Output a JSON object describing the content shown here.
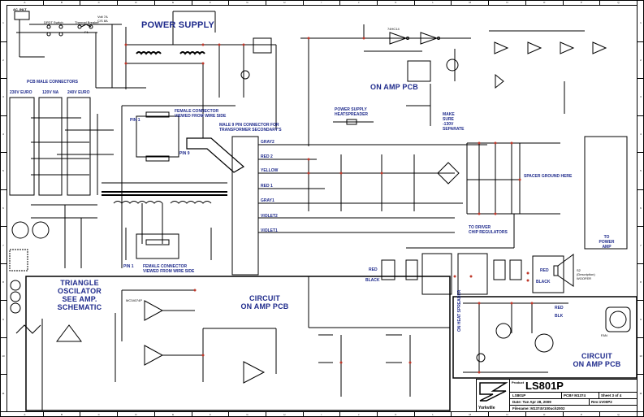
{
  "document": {
    "type": "schematic",
    "border": {
      "columns": [
        "A",
        "B",
        "C",
        "D",
        "E",
        "F",
        "G",
        "H",
        "I",
        "J",
        "K",
        "L",
        "M",
        "N",
        "O",
        "P",
        "Q"
      ],
      "rows": [
        "1",
        "2",
        "3",
        "4",
        "5",
        "6",
        "7",
        "8",
        "9",
        "10",
        "11"
      ]
    },
    "sections": {
      "power_supply": "POWER SUPPLY",
      "pcb_male_connectors": "PCB MALE CONNECTORS",
      "voltage_230": "230V EURO",
      "voltage_120": "120V NA",
      "voltage_240": "240V EURO",
      "on_amp_pcb_top": "ON AMP PCB",
      "heatspreader_1": "POWER SUPPLY",
      "heatspreader_2": "HEATSPREADER",
      "make_sure_1": "MAKE",
      "make_sure_2": "SURE",
      "make_sure_3": "-130V",
      "make_sure_4": "SEPARATE",
      "female_conn_1": "FEMALE CONNECTOR",
      "female_conn_2": "VIEWED FROM WIRE SIDE",
      "male_conn_1": "MALE 9 PIN CONNECTOR FOR",
      "male_conn_2": "TRANSFORMER SECONDARY'S",
      "pin1_top": "PIN 1",
      "pin9": "PIN 9",
      "pin1_bottom": "PIN 1",
      "female_conn_b1": "FEMALE CONNECTOR",
      "female_conn_b2": "VIEWED FROM WIRE SIDE",
      "spacer_ground": "SPACER GROUND HERE",
      "to_driver_1": "TO DRIVER",
      "to_driver_2": "CHIP REGULATORS",
      "to_power_amp_1": "TO",
      "to_power_amp_2": "POWER",
      "to_power_amp_3": "AMP",
      "triangle_1": "TRIANGLE",
      "triangle_2": "OSCILATOR",
      "triangle_3": "SEE AMP.",
      "triangle_4": "SCHEMATIC",
      "circuit_mid_1": "CIRCUIT",
      "circuit_mid_2": "ON AMP PCB",
      "circuit_right_1": "CIRCUIT",
      "circuit_right_2": "ON AMP PCB",
      "on_heatspreader": "ON HEAT SPREADER",
      "woofer_1": "S2",
      "woofer_2": "(Description)",
      "woofer_3": "WOOFER"
    },
    "wire_labels": {
      "gray2": "GRAY2",
      "red2": "RED 2",
      "yellow": "YELLOW",
      "red1": "RED 1",
      "gray1": "GRAY1",
      "violet2": "VIOLET2",
      "violet1": "VIOLET1",
      "red_left": "RED",
      "black_left": "BLACK",
      "red_right": "RED",
      "black_right": "BLACK",
      "red_fan": "RED",
      "blk_fan": "BLK"
    },
    "components": {
      "ac_inlet": "AC_INLT",
      "dpdt": "DPDT Switch",
      "thermal_breaker": "Thermal Breaker",
      "fuse_rating_1": "Volt 7A",
      "fuse_rating_2": "C/S 8A",
      "fuse": "F1",
      "logic_gate_ref": "74HC14",
      "opamp": "MC34074P",
      "fan": "FAN"
    },
    "title_block": {
      "product_label": "Product",
      "product": "LS801P",
      "model": "LS801P",
      "pcb": "PCB# M1374",
      "sheet": "Sheet 3 of 4",
      "date": "Date: Tue Apr 28, 2009",
      "rev": "Rev:1V00P2",
      "filename": "Filename: M1374V100uch2002",
      "company": "Yorkville"
    },
    "colors": {
      "title_blue": "#1f2b8c",
      "wire": "#000000",
      "junction": "#c0392b"
    }
  }
}
